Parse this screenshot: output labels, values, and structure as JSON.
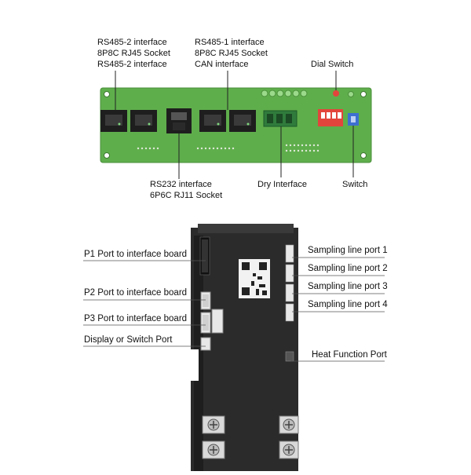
{
  "top_labels": {
    "rs485_2_line1": "RS485-2 interface",
    "rs485_2_line2": "8P8C RJ45 Socket",
    "rs485_2_line3": "RS485-2 interface",
    "rs485_1_line1": "RS485-1 interface",
    "rs485_1_line2": "8P8C RJ45 Socket",
    "rs485_1_line3": "CAN interface",
    "dial_switch": "Dial Switch",
    "rs232_line1": "RS232 interface",
    "rs232_line2": "6P6C RJ11 Socket",
    "dry_interface": "Dry Interface",
    "switch": "Switch"
  },
  "bottom_labels": {
    "p1": "P1 Port to interface board",
    "p2": "P2 Port to interface board",
    "p3": "P3 Port to interface board",
    "display": "Display or Switch Port",
    "sampling1": "Sampling line port 1",
    "sampling2": "Sampling line port 2",
    "sampling3": "Sampling line port 3",
    "sampling4": "Sampling line port 4",
    "heat": "Heat Function Port"
  },
  "colors": {
    "pcb_green": "#5fae4c",
    "board_dark": "#2b2b2b",
    "dip_red": "#e2453c",
    "switch_blue": "#3d6fd1"
  }
}
